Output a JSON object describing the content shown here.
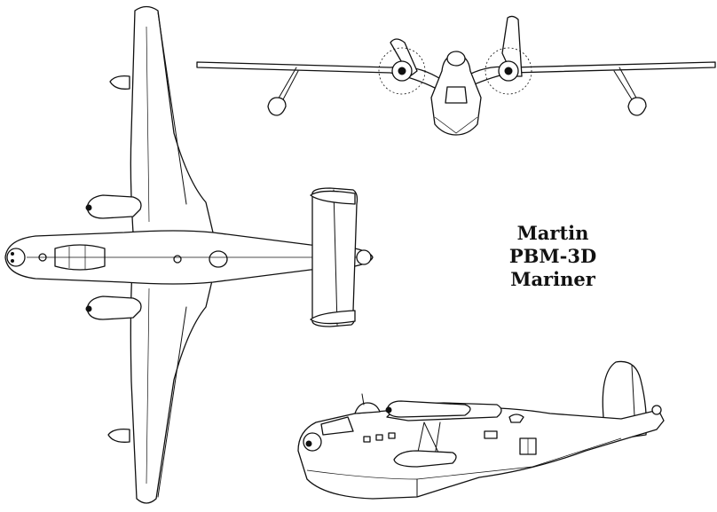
{
  "caption": {
    "line1": "Martin",
    "line2": "PBM-3D",
    "line3": "Mariner"
  },
  "colors": {
    "ink": "#111111",
    "paper": "#ffffff"
  }
}
